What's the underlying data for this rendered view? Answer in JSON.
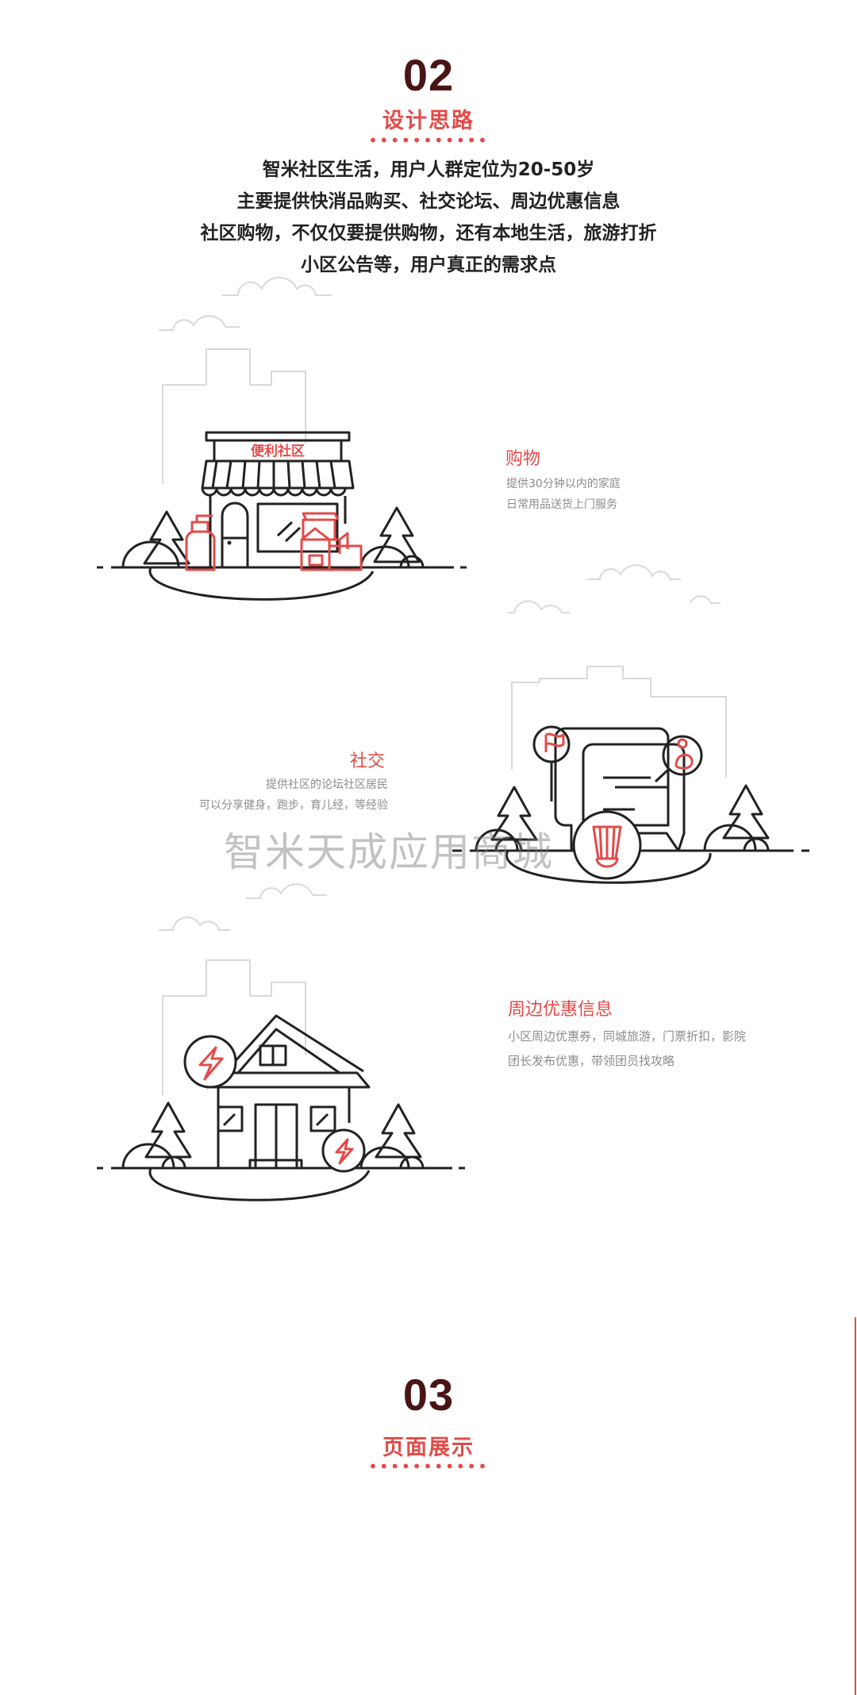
{
  "section2": {
    "number": "02",
    "title": "设计思路",
    "intro": [
      "智米社区生活，用户人群定位为20-50岁",
      "主要提供快消品购买、社交论坛、周边优惠信息",
      "社区购物，不仅仅要提供购物，还有本地生活，旅游打折",
      "小区公告等，用户真正的需求点"
    ]
  },
  "features": [
    {
      "title": "购物",
      "desc": [
        "提供30分钟以内的家庭",
        "日常用品送货上门服务"
      ],
      "sign": "便利社区"
    },
    {
      "title": "社交",
      "desc": [
        "提供社区的论坛社区居民",
        "可以分享健身，跑步，育儿经，等经验"
      ]
    },
    {
      "title": "周边优惠信息",
      "desc": [
        "小区周边优惠券，同城旅游，门票折扣，影院",
        "团长发布优惠，带领团员找攻略"
      ]
    }
  ],
  "watermark": "智米天成应用商城",
  "section3": {
    "number": "03",
    "title": "页面展示"
  },
  "colors": {
    "accent": "#e24b49",
    "number": "#4a1414",
    "line": "#222222",
    "faint": "#d9d9d9"
  }
}
